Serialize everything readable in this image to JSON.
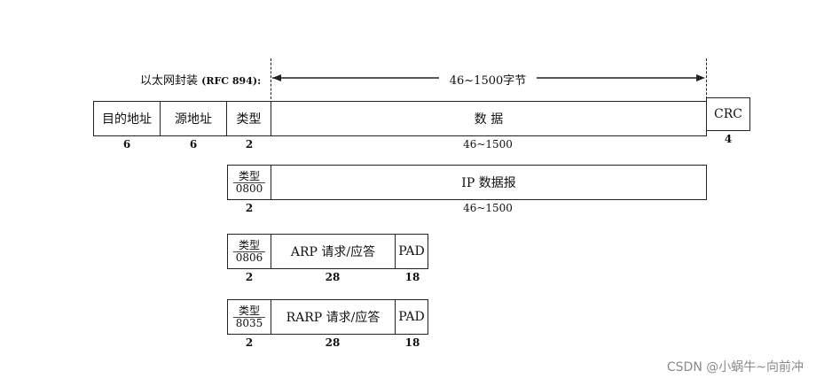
{
  "title": {
    "text": "以太网封装",
    "rfc": "(RFC 894):"
  },
  "span_label": "46~1500字节",
  "ethernet_row": {
    "dst": "目的地址",
    "src": "源地址",
    "type": "类型",
    "data": "数 据",
    "crc": "CRC",
    "sizes": {
      "dst": "6",
      "src": "6",
      "type": "2",
      "data": "46~1500",
      "crc": "4"
    }
  },
  "ip_row": {
    "type_label": "类型",
    "type_code": "0800",
    "payload": "IP 数据报",
    "sizes": {
      "type": "2",
      "payload": "46~1500"
    }
  },
  "arp_row": {
    "type_label": "类型",
    "type_code": "0806",
    "payload": "ARP 请求/应答",
    "pad": "PAD",
    "sizes": {
      "type": "2",
      "payload": "28",
      "pad": "18"
    }
  },
  "rarp_row": {
    "type_label": "类型",
    "type_code": "8035",
    "payload": "RARP 请求/应答",
    "pad": "PAD",
    "sizes": {
      "type": "2",
      "payload": "28",
      "pad": "18"
    }
  },
  "watermark": "CSDN @小蜗牛~向前冲"
}
